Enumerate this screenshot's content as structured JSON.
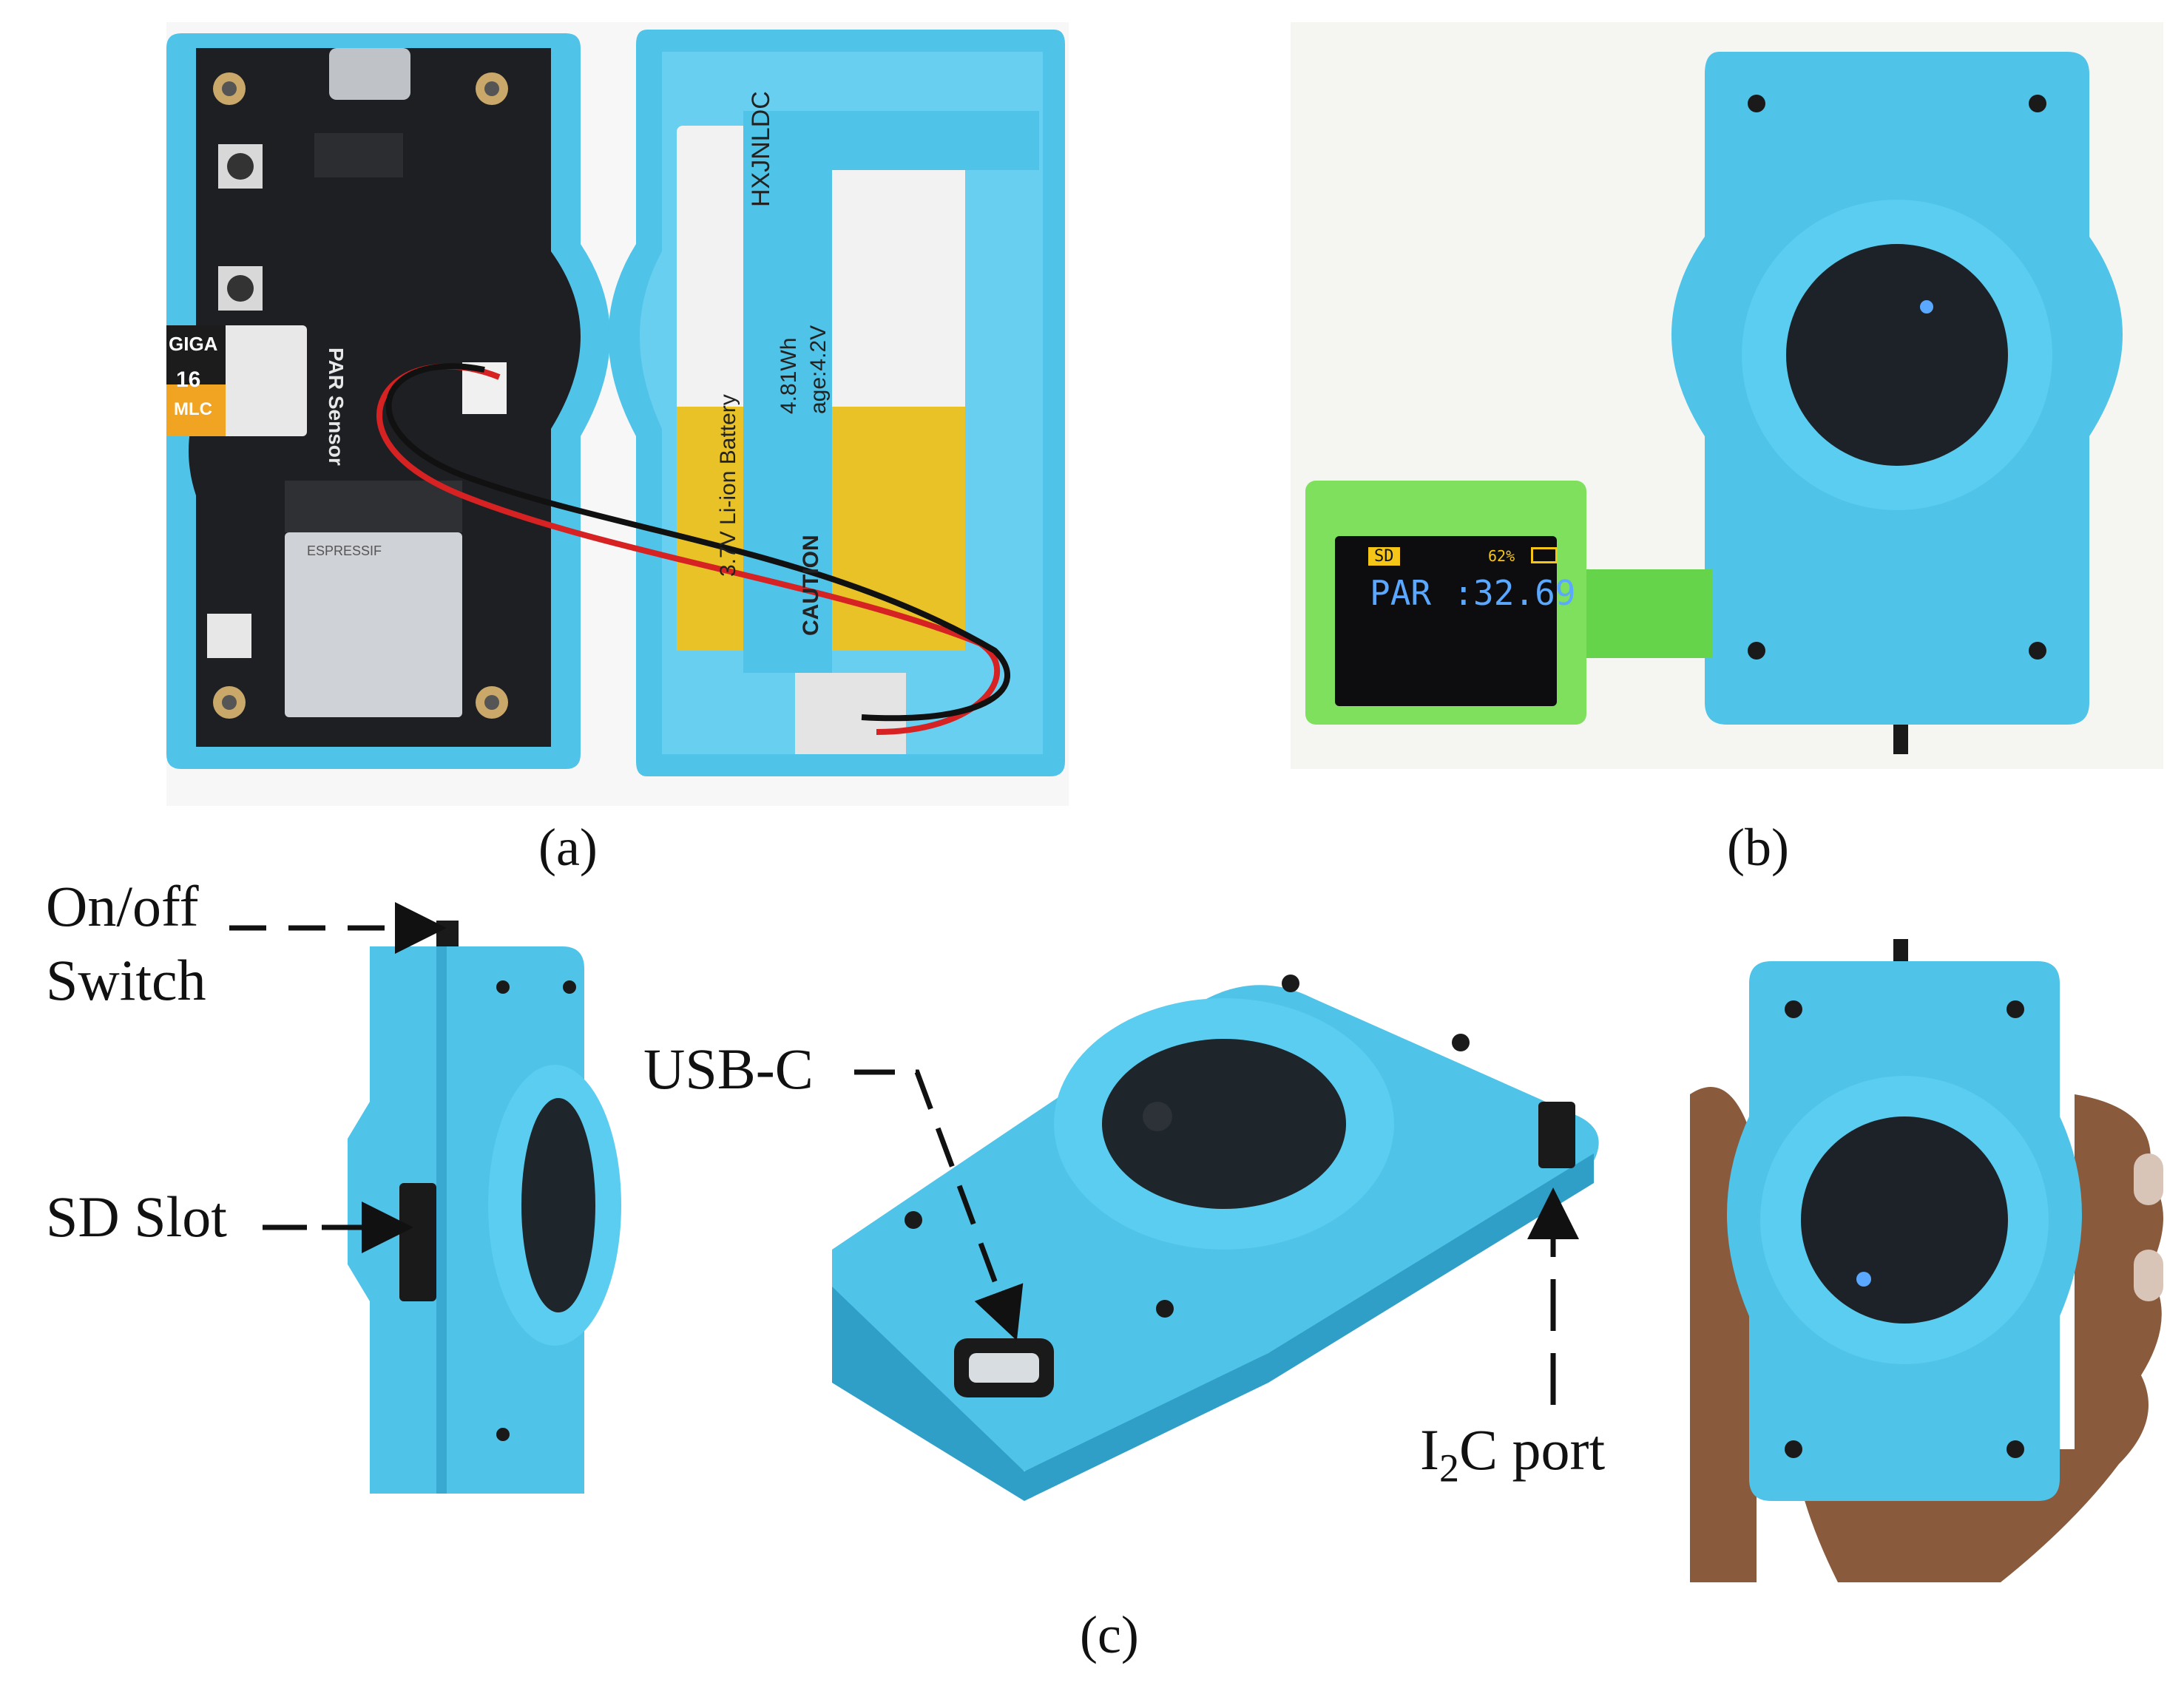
{
  "figure": {
    "panel_labels": {
      "a": "(a)",
      "b": "(b)",
      "c": "(c)"
    }
  },
  "callouts": {
    "switch_line1": "On/off",
    "switch_line2": "Switch",
    "sd_slot": "SD Slot",
    "usb_c": "USB-C",
    "i2c_port_prefix": "I",
    "i2c_port_sub": "2",
    "i2c_port_suffix": "C port"
  },
  "device_markings": {
    "sd_card_brand": "GIGA",
    "sd_card_capacity": "16",
    "sd_card_type": "MLC",
    "board_name": "PAR Sensor",
    "module_brand": "ESPRESSIF",
    "battery_model": "HXJNLDC",
    "battery_energy": "4.81Wh",
    "battery_voltage": "age:4.2V",
    "battery_type": "3.7V Li-ion Battery",
    "battery_caution": "CAUTION",
    "oled_sd_tag": "SD",
    "oled_battery_percent": "62%",
    "oled_par_label": "PAR",
    "oled_par_value": "32.69"
  },
  "colors": {
    "enclosure_blue": "#4fc3e8",
    "enclosure_blue_shadow": "#2f9fc8",
    "pcb_black": "#1d1f22",
    "display_green": "#7ee05c",
    "oled_blue": "#5aa8ff",
    "oled_yellow": "#f5c518",
    "battery_yellow": "#e8c227",
    "skin": "#8a5a3c"
  }
}
